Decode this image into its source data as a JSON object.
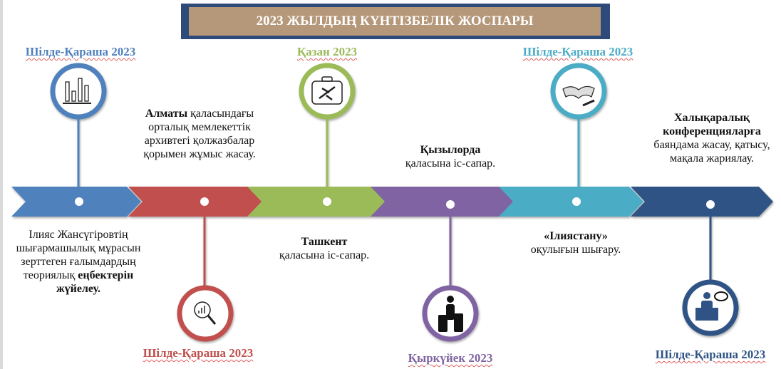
{
  "title": "2023 ЖЫЛДЫҢ КҮНТІЗБЕЛІК ЖОСПАРЫ",
  "colors": {
    "blue": "#4f81bd",
    "red": "#c0504d",
    "green": "#9bbb59",
    "purple": "#8064a2",
    "teal": "#4bacc6",
    "navy": "#2e5384",
    "title_bg": "#b5977a"
  },
  "steps": [
    {
      "date": "Шілде-Қараша 2023",
      "icon": "bar-chart-icon",
      "text_normal": "Ілияс Жансүгіровтің шығармашылық мұрасын зерттеген ғалымдардың теориялық ",
      "text_bold": "еңбектерін жүйелеу."
    },
    {
      "date": "Шілде-Қараша 2023",
      "icon": "magnifier-chart-icon",
      "text_bold": "Алматы",
      "text_normal": " қаласындағы орталық мемлекеттік архивтегі қолжазбалар қорымен жұмыс жасау."
    },
    {
      "date": "Қазан 2023",
      "icon": "travel-suitcase-icon",
      "text_bold": "Ташкент",
      "text_normal": "қаласына іс-сапар."
    },
    {
      "date": "Қыркүйек 2023",
      "icon": "traveler-luggage-icon",
      "text_bold": "Қызылорда",
      "text_normal": "қаласына іс-сапар."
    },
    {
      "date": "Шілде-Қараша 2023",
      "icon": "open-book-pen-icon",
      "text_bold": "«Ілиястану»",
      "text_normal": "оқулығын шығару."
    },
    {
      "date": "Шілде-Қараша 2023",
      "icon": "speaker-podium-icon",
      "text_bold": "Халықаралық конференцияларға",
      "text_normal": "баяндама жасау, қатысу, мақала жариялау."
    }
  ]
}
